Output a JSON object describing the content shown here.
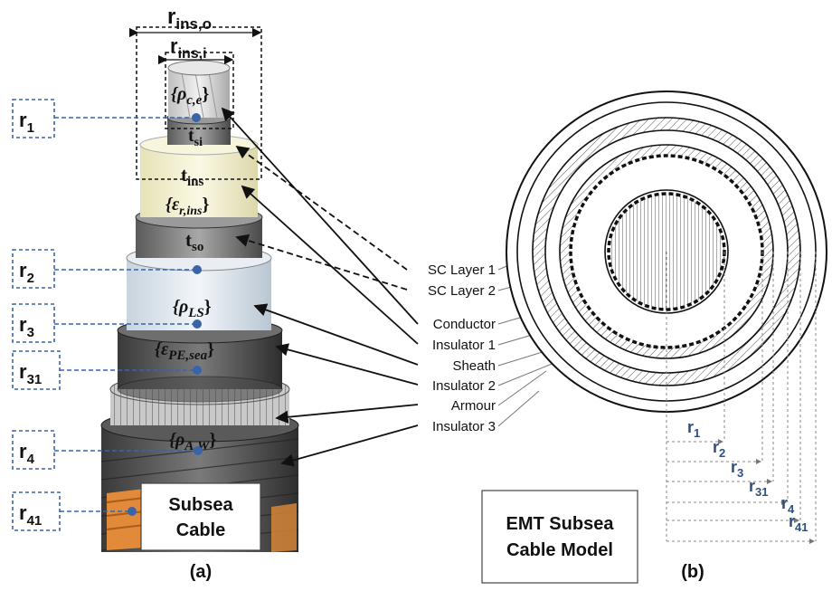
{
  "panel_a": {
    "label": "(a)",
    "dimension_labels": {
      "rins_o": {
        "main": "r",
        "sub": "ins,o"
      },
      "rins_i": {
        "main": "r",
        "sub": "ins,i"
      }
    },
    "radius_boxes": [
      {
        "main": "r",
        "sub": "1"
      },
      {
        "main": "r",
        "sub": "2"
      },
      {
        "main": "r",
        "sub": "3"
      },
      {
        "main": "r",
        "sub": "31"
      },
      {
        "main": "r",
        "sub": "4"
      },
      {
        "main": "r",
        "sub": "41"
      }
    ],
    "layer_params": {
      "rho_ce": {
        "symbol": "{ρ",
        "sub": "c,e",
        "close": "}"
      },
      "tsi": {
        "main": "t",
        "sub": "si"
      },
      "tins": {
        "main": "t",
        "sub": "ins"
      },
      "eps_rins": {
        "symbol": "{ε",
        "sub": "r,ins",
        "close": "}"
      },
      "tso": {
        "main": "t",
        "sub": "so"
      },
      "rho_ls": {
        "symbol": "{ρ",
        "sub": "LS",
        "close": "}"
      },
      "eps_pesea": {
        "symbol": "{ε",
        "sub": "PE,sea",
        "close": "}"
      },
      "rho_aw": {
        "symbol": "{ρ",
        "sub": "A,W",
        "close": "}"
      }
    },
    "caption_box": {
      "line1": "Subsea",
      "line2": "Cable"
    }
  },
  "callouts": [
    "SC Layer 1",
    "SC Layer 2",
    "Conductor",
    "Insulator 1",
    "Sheath",
    "Insulator 2",
    "Armour",
    "Insulator 3"
  ],
  "panel_b": {
    "label": "(b)",
    "caption_box": {
      "line1": "EMT Subsea",
      "line2": "Cable Model"
    },
    "radius_labels": [
      {
        "main": "r",
        "sub": "1"
      },
      {
        "main": "r",
        "sub": "2"
      },
      {
        "main": "r",
        "sub": "3"
      },
      {
        "main": "r",
        "sub": "31"
      },
      {
        "main": "r",
        "sub": "4"
      },
      {
        "main": "r",
        "sub": "41"
      }
    ]
  },
  "colors": {
    "dashed_blue": "#3a64a8",
    "label_blue": "#2f4f7f",
    "copper": "#e08a3a",
    "cream": "#f2efc8",
    "sheath_light": "#dde8f0"
  }
}
